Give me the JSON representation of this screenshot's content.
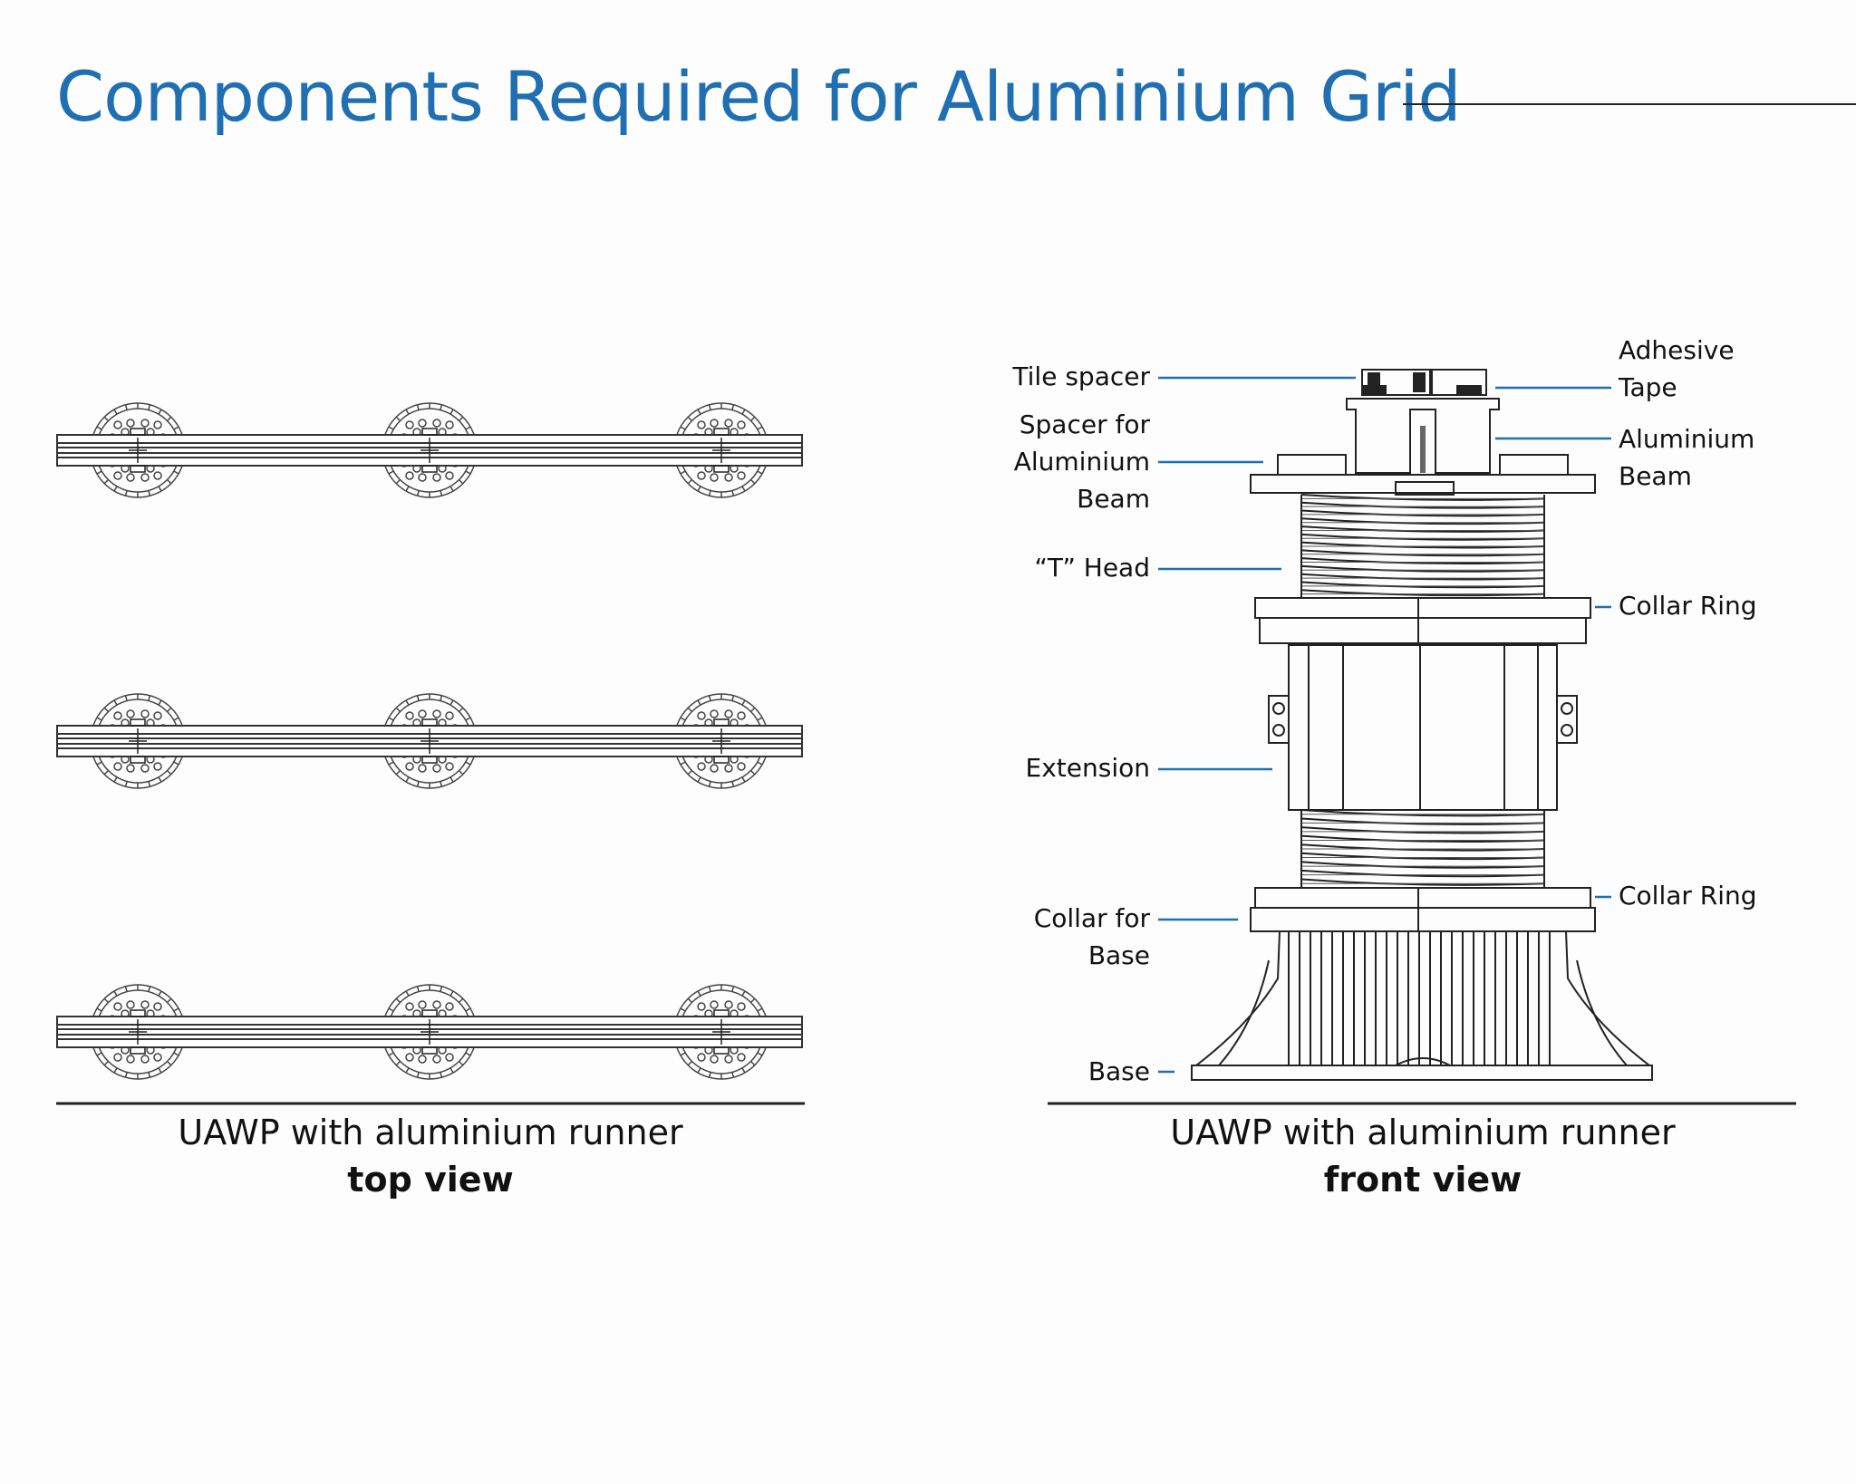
{
  "page": {
    "title": "Components Required for Aluminium Grid",
    "accent_color": "#1f6fb2"
  },
  "top_view": {
    "caption_line1": "UAWP with aluminium runner",
    "caption_line2": "top view",
    "rows": 3,
    "pedestals_per_row": 3
  },
  "front_view": {
    "caption_line1": "UAWP with aluminium runner",
    "caption_line2": "front view",
    "labels_left": {
      "tile_spacer": "Tile spacer",
      "spacer_beam_1": "Spacer for",
      "spacer_beam_2": "Aluminium",
      "spacer_beam_3": "Beam",
      "t_head": "“T” Head",
      "extension": "Extension",
      "collar_base_1": "Collar for",
      "collar_base_2": "Base",
      "base": "Base"
    },
    "labels_right": {
      "adhesive_1": "Adhesive",
      "adhesive_2": "Tape",
      "alu_beam_1": "Aluminium",
      "alu_beam_2": "Beam",
      "collar_ring_top": "Collar Ring",
      "collar_ring_bottom": "Collar Ring"
    }
  }
}
